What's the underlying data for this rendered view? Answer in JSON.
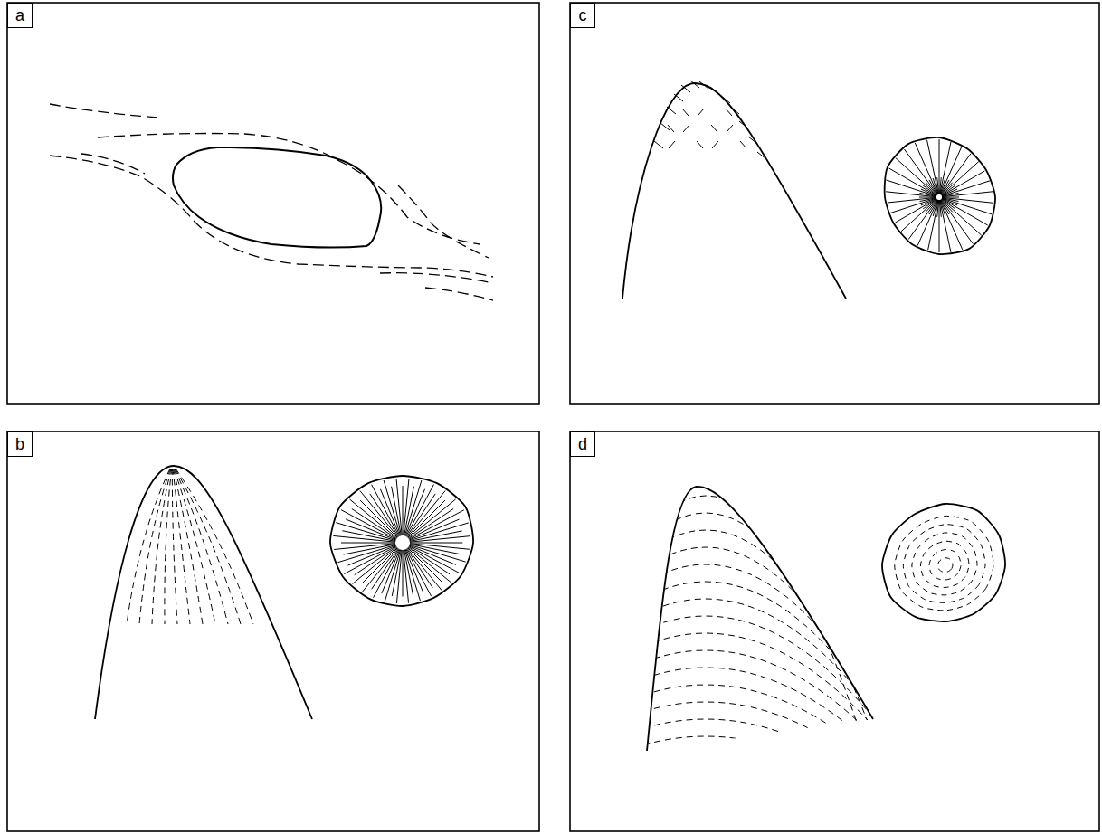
{
  "diagram": {
    "nodes": [
      {
        "text": [
          "a"
        ]
      },
      {
        "text": [
          "c"
        ]
      },
      {
        "text": [
          "b"
        ]
      },
      {
        "text": [
          "d"
        ]
      }
    ]
  }
}
